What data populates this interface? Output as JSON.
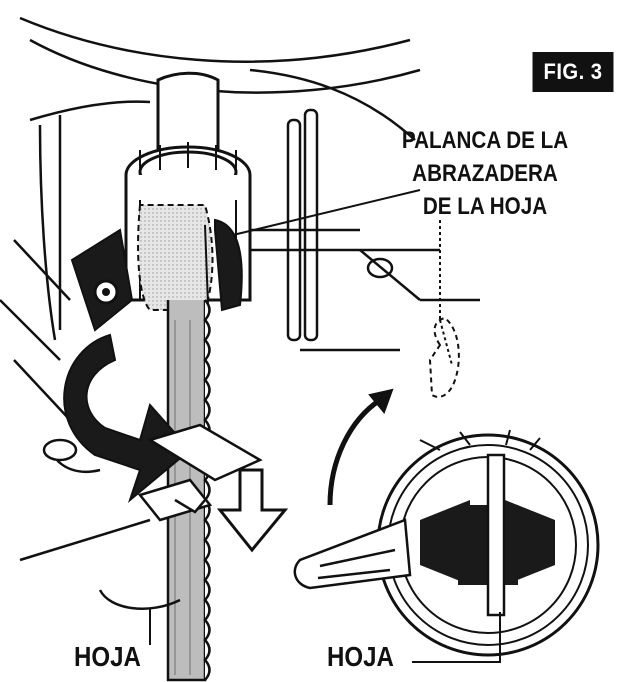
{
  "figure_label": "FIG. 3",
  "callouts": {
    "lever_line1": "PALANCA DE LA",
    "lever_line2": "ABRAZADERA",
    "lever_line3": "DE LA HOJA",
    "blade_left": "HOJA",
    "blade_right": "HOJA"
  },
  "colors": {
    "ink": "#111111",
    "paper": "#ffffff",
    "shade": "#d9d9d9"
  }
}
